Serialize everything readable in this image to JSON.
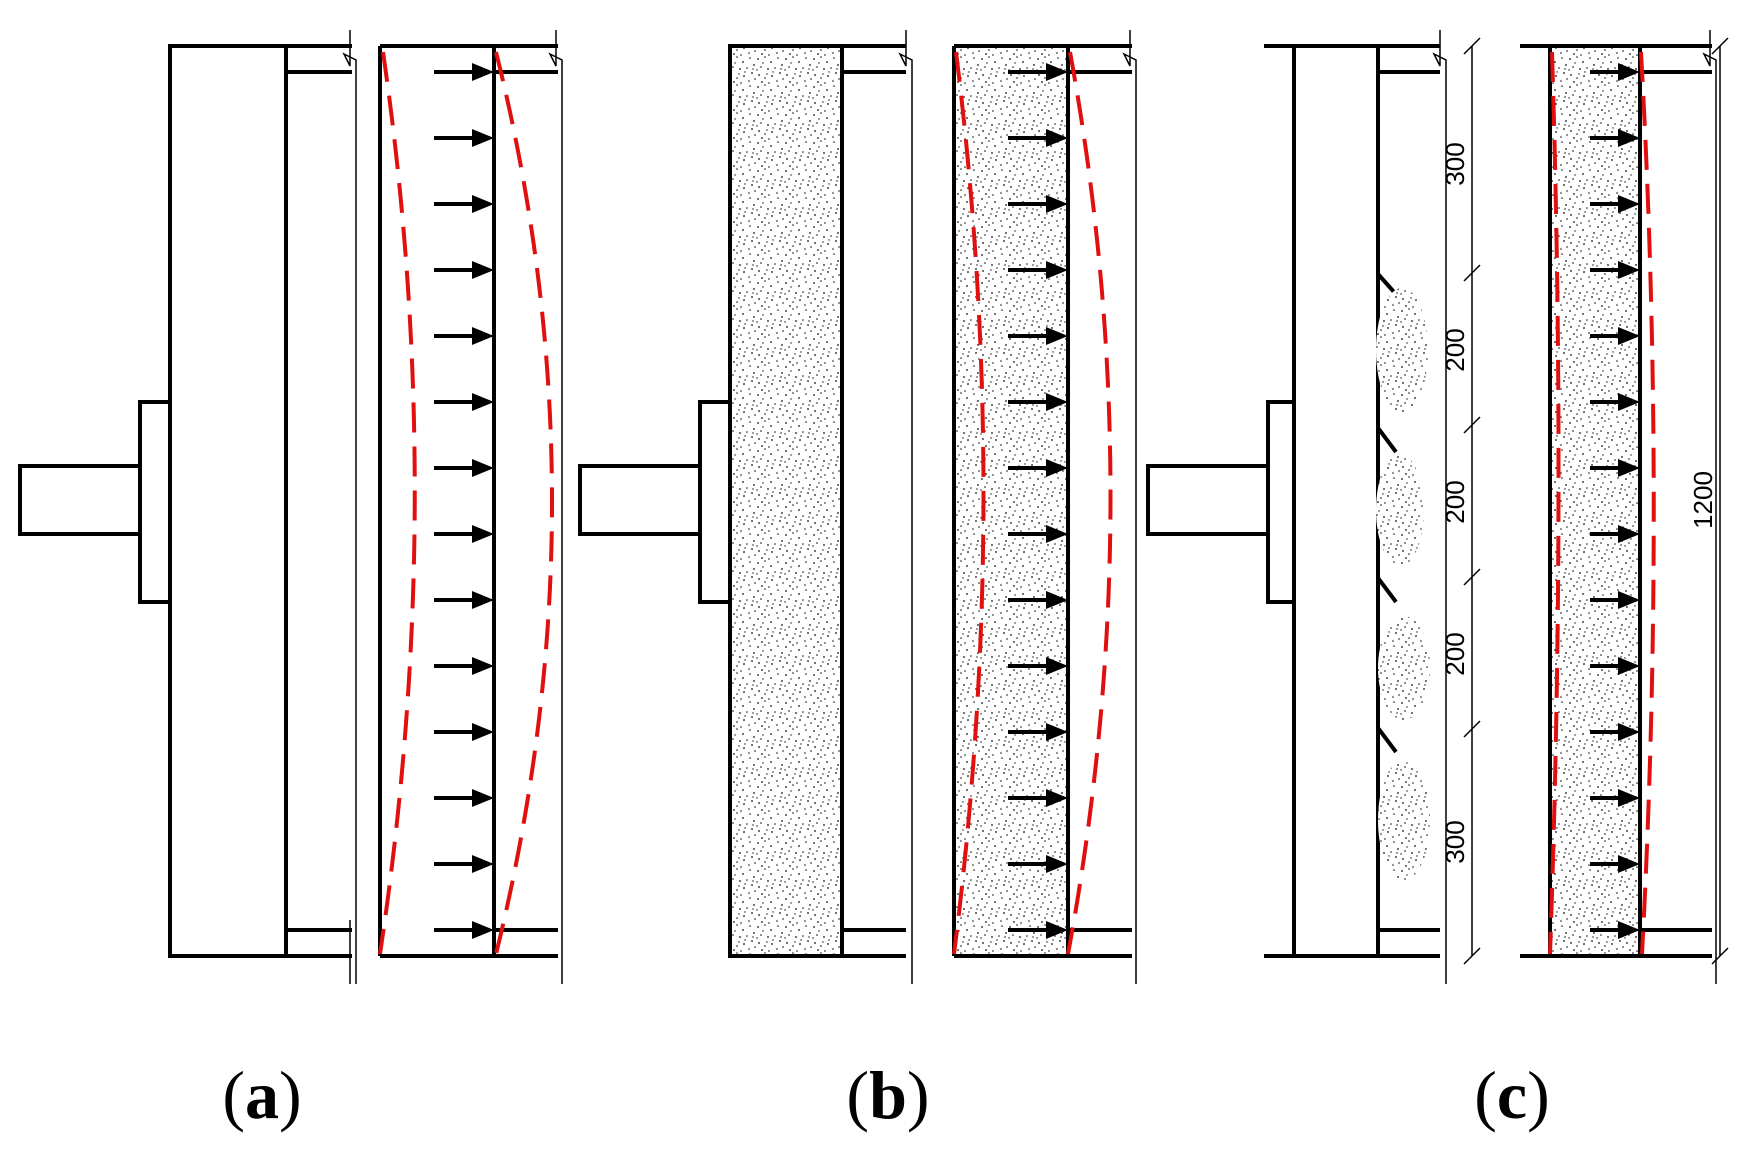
{
  "captions": {
    "a": {
      "open": "(",
      "letter": "a",
      "close": ")"
    },
    "b": {
      "open": "(",
      "letter": "b",
      "close": ")"
    },
    "c": {
      "open": "(",
      "letter": "c",
      "close": ")"
    }
  },
  "dimensions": {
    "segments": [
      "300",
      "200",
      "200",
      "200",
      "300"
    ],
    "total": "1200"
  },
  "colors": {
    "line": "#000000",
    "deflection": "#e01010",
    "background": "#ffffff"
  }
}
